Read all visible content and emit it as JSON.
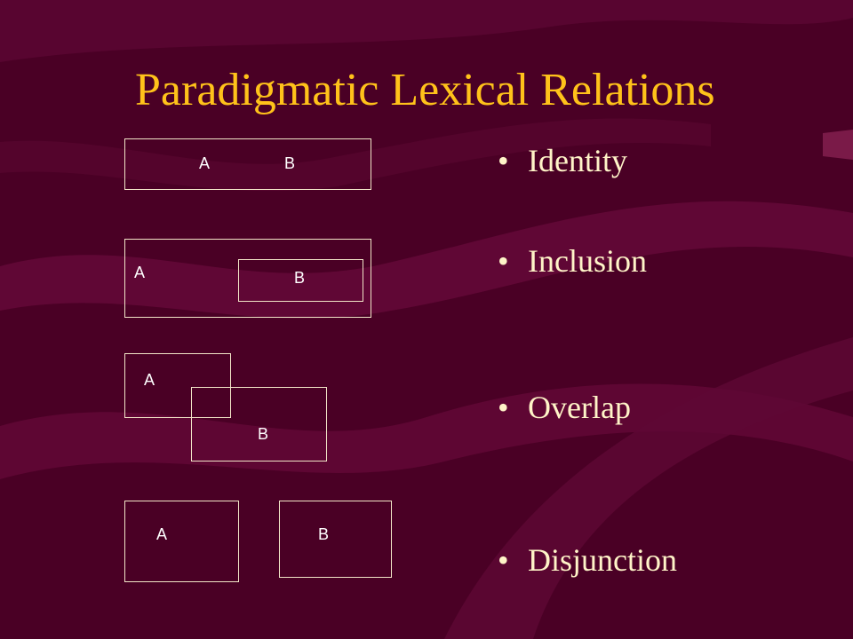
{
  "slide": {
    "title": "Paradigmatic Lexical Relations",
    "colors": {
      "background": "#4a0025",
      "title": "#ffc21a",
      "bullet_text": "#fff4c8",
      "box_stroke": "#f2e6c8"
    }
  },
  "diagrams": {
    "identity": {
      "a": "A",
      "b": "B"
    },
    "inclusion": {
      "a": "A",
      "b": "B"
    },
    "overlap": {
      "a": "A",
      "b": "B"
    },
    "disjunction": {
      "a": "A",
      "b": "B"
    }
  },
  "bullets": {
    "bullet_symbol": "•",
    "items": [
      "Identity",
      "Inclusion",
      "Overlap",
      "Disjunction"
    ]
  }
}
